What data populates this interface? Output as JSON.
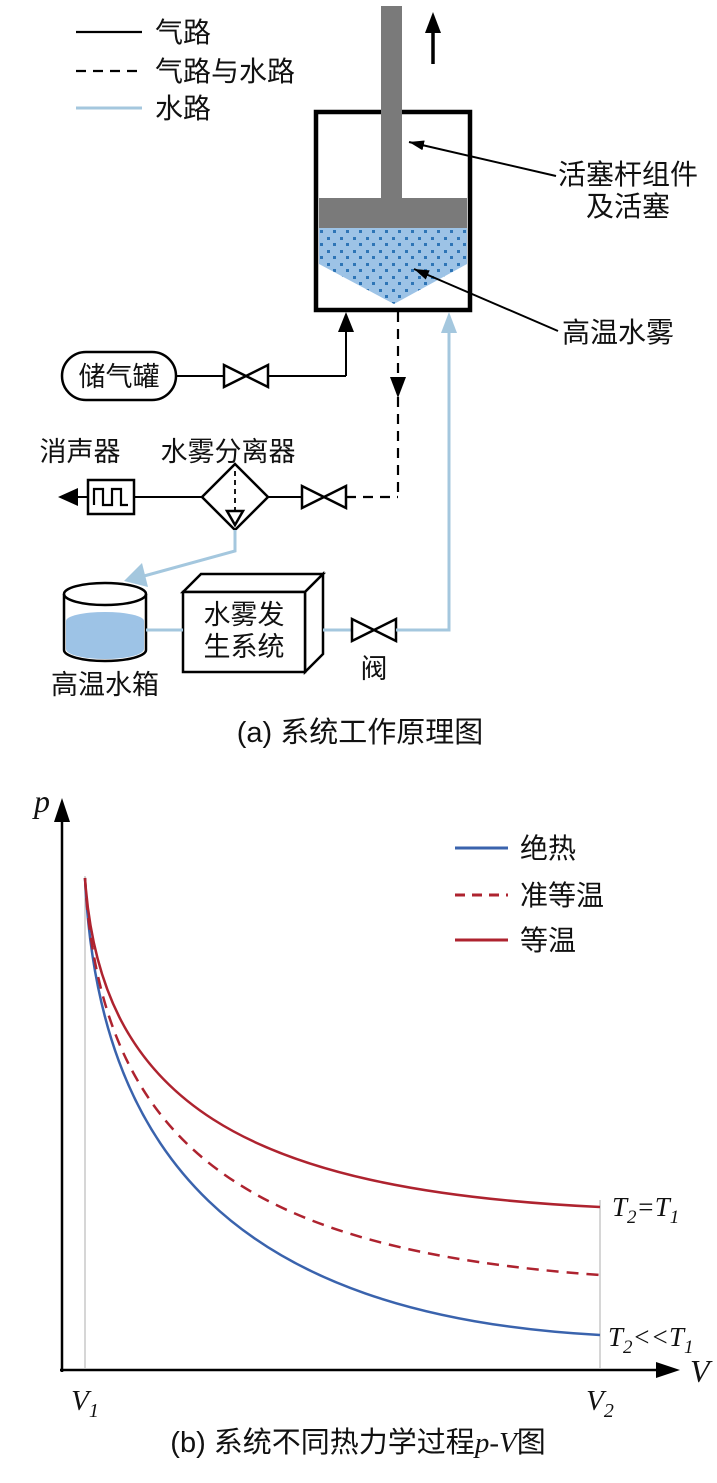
{
  "legend_a": {
    "gas": "气路",
    "gas_water": "气路与水路",
    "water": "水路"
  },
  "labels_a": {
    "piston_line1": "活塞杆组件",
    "piston_line2": "及活塞",
    "mist": "高温水雾",
    "gas_tank": "储气罐",
    "muffler": "消声器",
    "separator": "水雾分离器",
    "water_tank": "高温水箱",
    "mist_gen_line1": "水雾发",
    "mist_gen_line2": "生系统",
    "valve": "阀",
    "caption": "(a) 系统工作原理图"
  },
  "pv": {
    "p_label": "p",
    "v_label": "V",
    "v1": {
      "base": "V",
      "sub": "1"
    },
    "v2": {
      "base": "V",
      "sub": "2"
    },
    "t_eq": {
      "t": "T",
      "sub1": "2",
      "mid": "=T",
      "sub2": "1"
    },
    "t_ll": {
      "t": "T",
      "sub1": "2",
      "mid": "<<T",
      "sub2": "1"
    },
    "legend": {
      "adiabatic": "绝热",
      "quasi": "准等温",
      "isothermal": "等温"
    },
    "caption": {
      "prefix": "(b) 系统不同热力学过程",
      "italic": "p-V",
      "suffix": "图"
    }
  },
  "colors": {
    "water_line": "#a4c7de",
    "mist_fill": "#9dc3e6",
    "mist_dot": "#2e75b6",
    "piston_gray": "#7a7a7a",
    "adiabatic_blue": "#3a63ad",
    "isotherm_red": "#ae232f",
    "guide_gray": "#c9c9c9"
  },
  "chart_data": {
    "type": "line",
    "title": "(b) 系统不同热力学过程p-V图",
    "xlabel": "V",
    "ylabel": "p",
    "x_tick_labels": [
      "V1",
      "V2"
    ],
    "x_normalized_range": [
      0,
      1
    ],
    "legend_position": "upper right",
    "grid": false,
    "series": [
      {
        "name": "绝热",
        "style": "solid",
        "color": "#3a63ad",
        "end_annotation": "T2<<T1",
        "x": [
          0,
          0.1,
          0.2,
          0.35,
          0.55,
          0.8,
          1
        ],
        "p_normalized": [
          1.0,
          0.55,
          0.35,
          0.22,
          0.13,
          0.08,
          0.05
        ]
      },
      {
        "name": "准等温",
        "style": "dashed",
        "color": "#ae232f",
        "end_annotation": "",
        "x": [
          0,
          0.1,
          0.2,
          0.35,
          0.55,
          0.8,
          1
        ],
        "p_normalized": [
          1.0,
          0.62,
          0.44,
          0.31,
          0.24,
          0.2,
          0.18
        ]
      },
      {
        "name": "等温",
        "style": "solid",
        "color": "#ae232f",
        "end_annotation": "T2=T1",
        "x": [
          0,
          0.1,
          0.2,
          0.35,
          0.55,
          0.8,
          1
        ],
        "p_normalized": [
          1.0,
          0.7,
          0.55,
          0.44,
          0.38,
          0.34,
          0.32
        ]
      }
    ]
  }
}
